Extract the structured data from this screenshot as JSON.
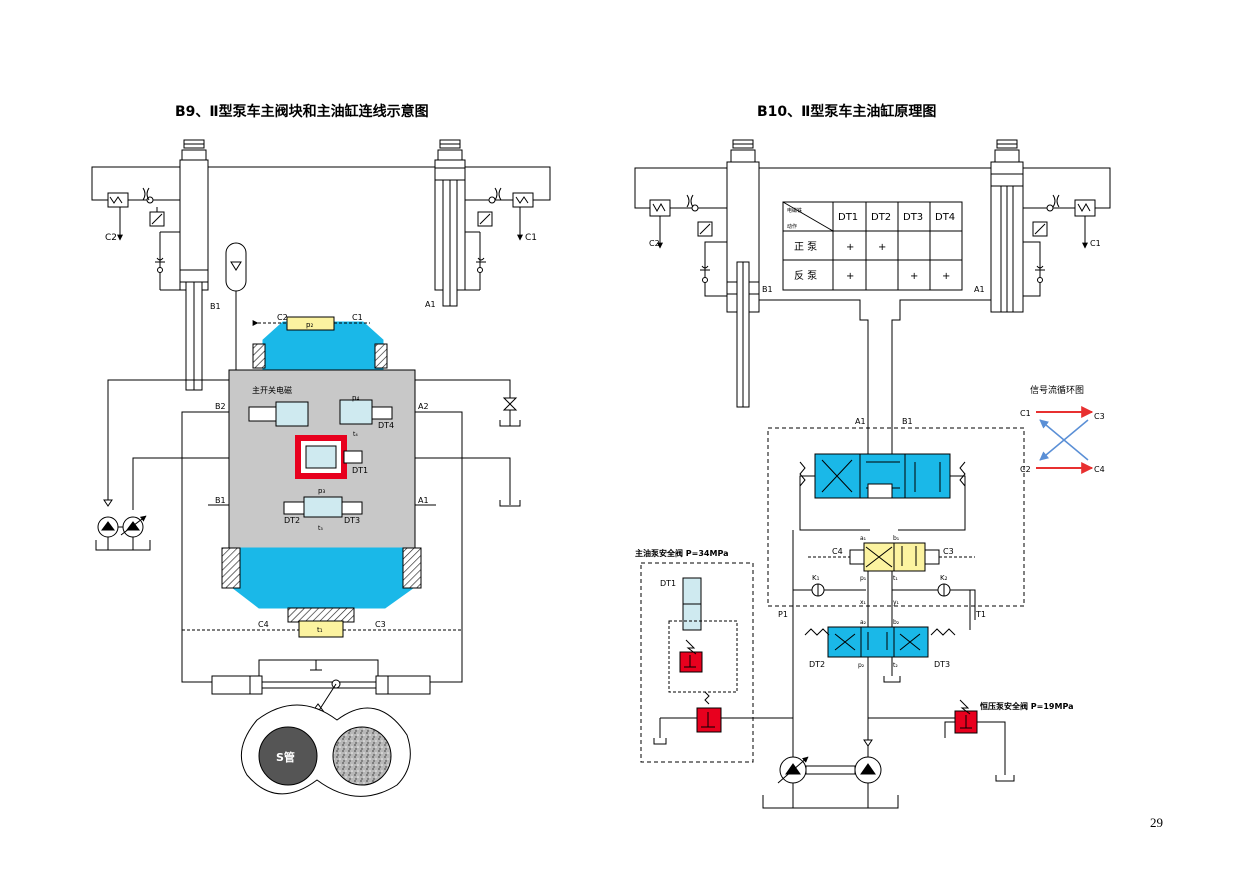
{
  "left_diagram": {
    "title": "B9、Ⅱ型泵车主阀块和主油缸连线示意图",
    "labels": {
      "c2_top": "C2",
      "c1_top": "C1",
      "p2": "p₂",
      "c2_left": "C2",
      "c1_right": "C1",
      "b1_upper": "B1",
      "a1_upper": "A1",
      "b2": "B2",
      "a2": "A2",
      "b1_lower": "B1",
      "a1_lower": "A1",
      "block_name": "主开关电磁",
      "dt4": "DT4",
      "dt1": "DT1",
      "dt2": "DT2",
      "dt3": "DT3",
      "p4": "p₄",
      "t4": "t₄",
      "p3": "p₃",
      "t3": "t₃",
      "c4": "C4",
      "c3": "C3",
      "t1": "t₁",
      "s_tube": "S管"
    }
  },
  "right_diagram": {
    "title": "B10、Ⅱ型泵车主油缸原理图",
    "table": {
      "corner_top": "电磁铁",
      "corner_bottom": "动作",
      "headers": [
        "DT1",
        "DT2",
        "DT3",
        "DT4"
      ],
      "rows": [
        {
          "label": "正 泵",
          "cells": [
            "+",
            "+",
            "",
            ""
          ]
        },
        {
          "label": "反 泵",
          "cells": [
            "+",
            "",
            "+",
            "+"
          ]
        }
      ]
    },
    "labels": {
      "c2": "C2",
      "c1": "C1",
      "b1": "B1",
      "a1": "A1",
      "a1_valve": "A1",
      "b1_valve": "B1",
      "c4": "C4",
      "c3": "C3",
      "k1": "K₁",
      "k2": "K₂",
      "a1_small": "a₁",
      "b1_small": "b₁",
      "p1_small": "p₁",
      "t1_small": "t₁",
      "x1": "x₁",
      "y1": "y₁",
      "a2": "a₂",
      "b2": "b₂",
      "p1": "P1",
      "t1": "T1",
      "dt2": "DT2",
      "dt3": "DT3",
      "p2": "p₂",
      "t2": "t₂",
      "dt1": "DT1"
    },
    "main_relief_label": "主油泵安全阀 P=34MPa",
    "low_relief_label": "恒压泵安全阀 P=19MPa",
    "signal_loop": {
      "title": "信号流循环图",
      "c1": "C1",
      "c3": "C3",
      "c2": "C2",
      "c4": "C4"
    }
  },
  "page_number": "29",
  "colors": {
    "cyan": "#1ab8e8",
    "light_cyan": "#cfeaf0",
    "yellow": "#fcf3a0",
    "red": "#e8001e",
    "gray_block": "#c8c8c8",
    "flow_red": "#e83030",
    "flow_blue": "#5a8fd6"
  }
}
